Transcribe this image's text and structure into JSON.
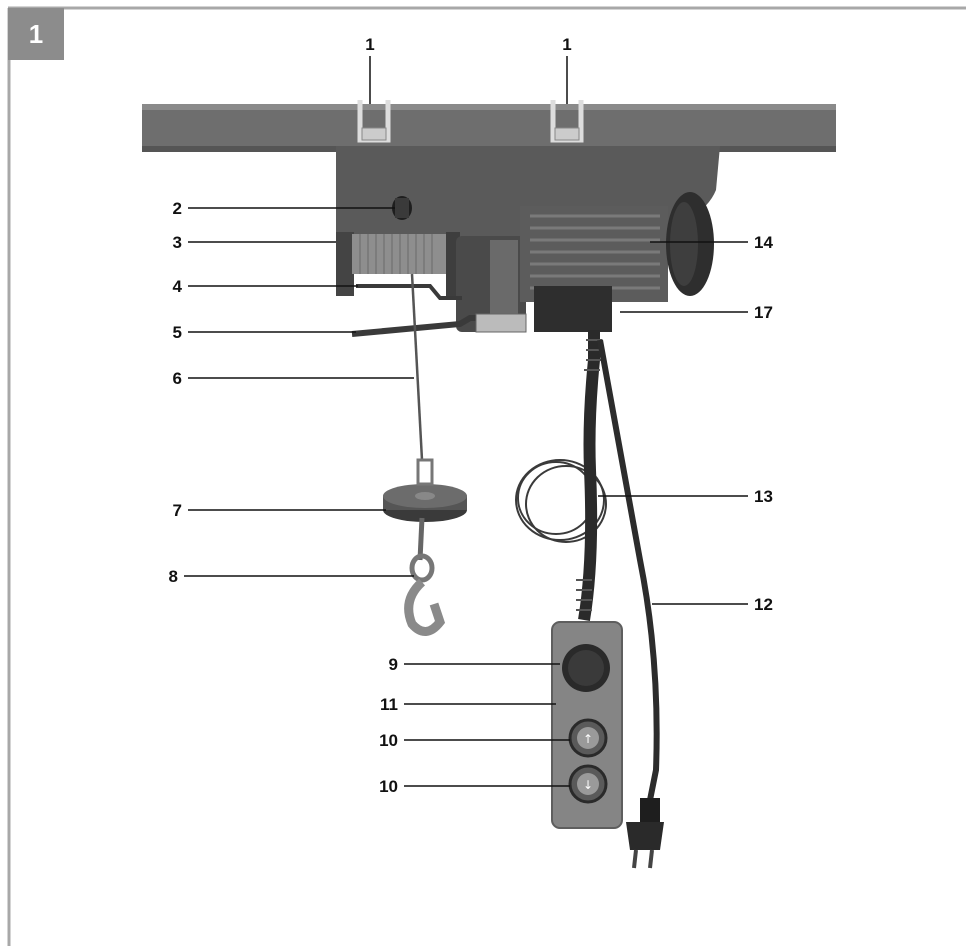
{
  "figure": {
    "number": "1"
  },
  "callouts": {
    "c1a": "1",
    "c1b": "1",
    "c2": "2",
    "c3": "3",
    "c4": "4",
    "c5": "5",
    "c6": "6",
    "c7": "7",
    "c8": "8",
    "c9": "9",
    "c11": "11",
    "c10a": "10",
    "c10b": "10",
    "c14": "14",
    "c17": "17",
    "c13": "13",
    "c12": "12"
  },
  "colors": {
    "frame": "#a8a8a8",
    "badge": "#8c8c8c",
    "beam": "#6e6e6e",
    "housing": "#5a5a5a",
    "motor": "#4a4a4a",
    "metal": "#9a9a9a",
    "cable": "#2a2a2a",
    "pendant": "#858585"
  }
}
